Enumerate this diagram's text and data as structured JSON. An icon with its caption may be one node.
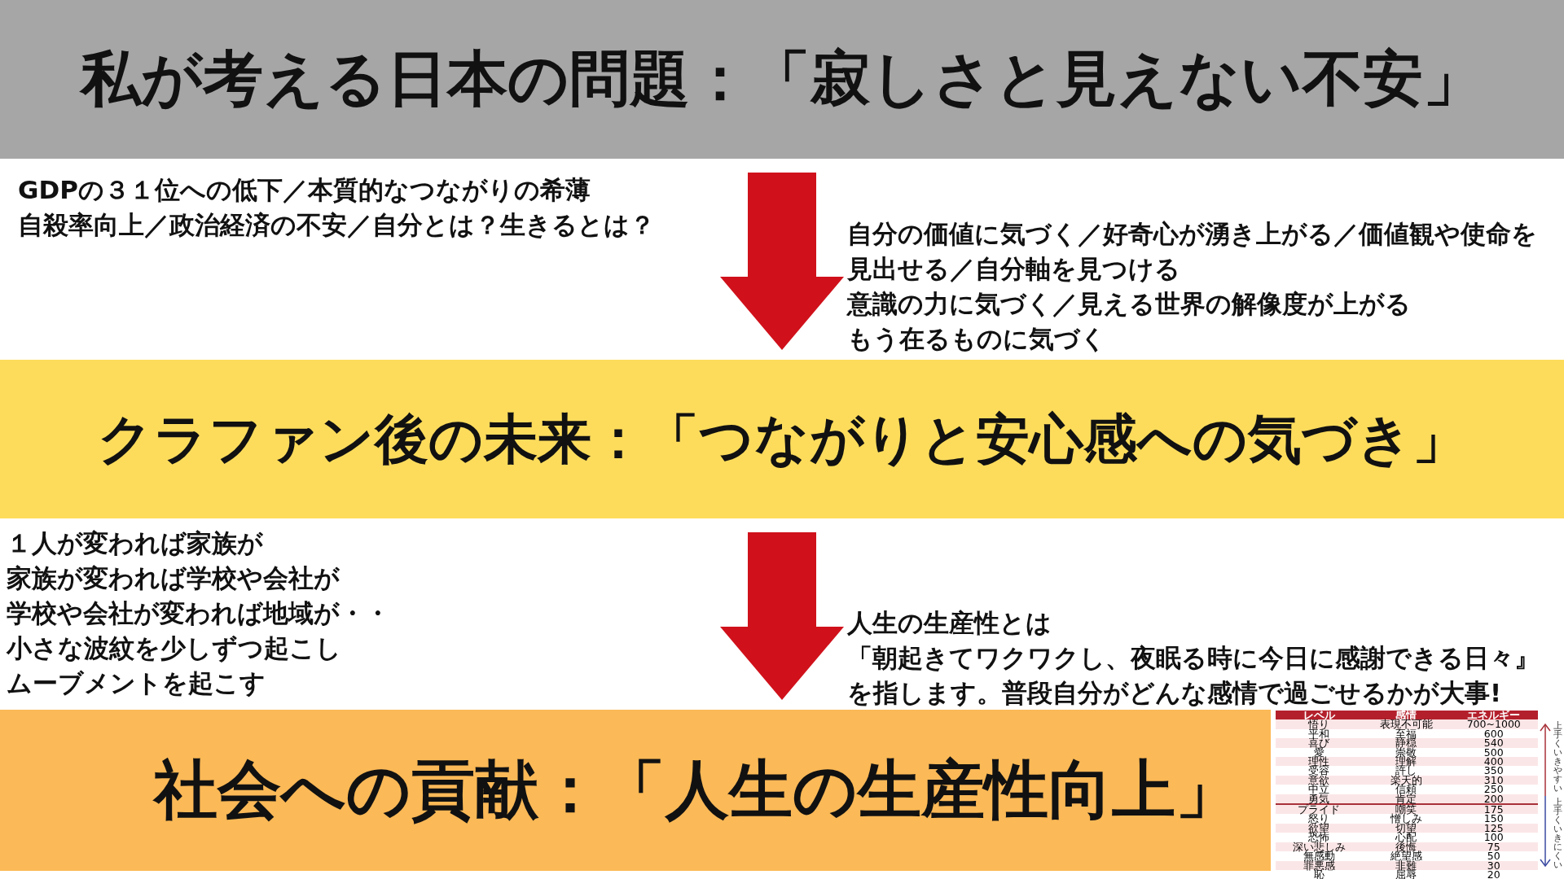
{
  "diagram": {
    "nodes": [
      {
        "text": [
          "私が考える日本の問題：「寂しさと見えない不安」"
        ]
      },
      {
        "text": [
          "クラファン後の未来：「つながりと安心感への気づき」"
        ]
      },
      {
        "text": [
          "社会への貢献：「人生の生産性向上」"
        ]
      }
    ],
    "edges": [
      {
        "from": 0,
        "to": 1,
        "arrow": "to"
      },
      {
        "from": 1,
        "to": 2,
        "arrow": "to"
      }
    ],
    "labels": [
      "GDPの３１位への低下／本質的なつながりの希薄",
      "自殺率向上／政治経済の不安／自分とは？生きるとは？",
      "自分の価値に気づく／好奇心が湧き上がる／価値観や使命を見出せる／自分軸を見つける",
      "意識の力に気づく／見える世界の解像度が上がる",
      "もう在るものに気づく",
      "１人が変われば家族が",
      "家族が変われば学校や会社が",
      "学校や会社が変われば地域が・・",
      "小さな波紋を少しずつ起こし",
      "ムーブメントを起こす",
      "人生の生産性とは",
      "「朝起きてワクワクし、夜眠る時に今日に感謝できる日々』を指します。普段自分がどんな感情で過ごせるかが大事!",
      "レベル",
      "感情",
      "エネルギー",
      "悟り",
      "表現不可能",
      "700~1000",
      "平和",
      "至福",
      "600",
      "喜び",
      "静穏",
      "540",
      "愛",
      "崇敬",
      "500",
      "理性",
      "理解",
      "400",
      "受容",
      "許し",
      "350",
      "意欲",
      "楽天的",
      "310",
      "中立",
      "信頼",
      "250",
      "勇気",
      "肯定",
      "200",
      "プライド",
      "嘲笑",
      "175",
      "怒り",
      "憎しみ",
      "150",
      "欲望",
      "切望",
      "125",
      "恐怖",
      "心配",
      "100",
      "深い悲しみ",
      "後悔",
      "75",
      "無感動",
      "絶望感",
      "50",
      "罪悪感",
      "非難",
      "30",
      "恥",
      "屈辱",
      "20",
      "上手くいきやすい",
      "上手くいきにくい"
    ]
  }
}
